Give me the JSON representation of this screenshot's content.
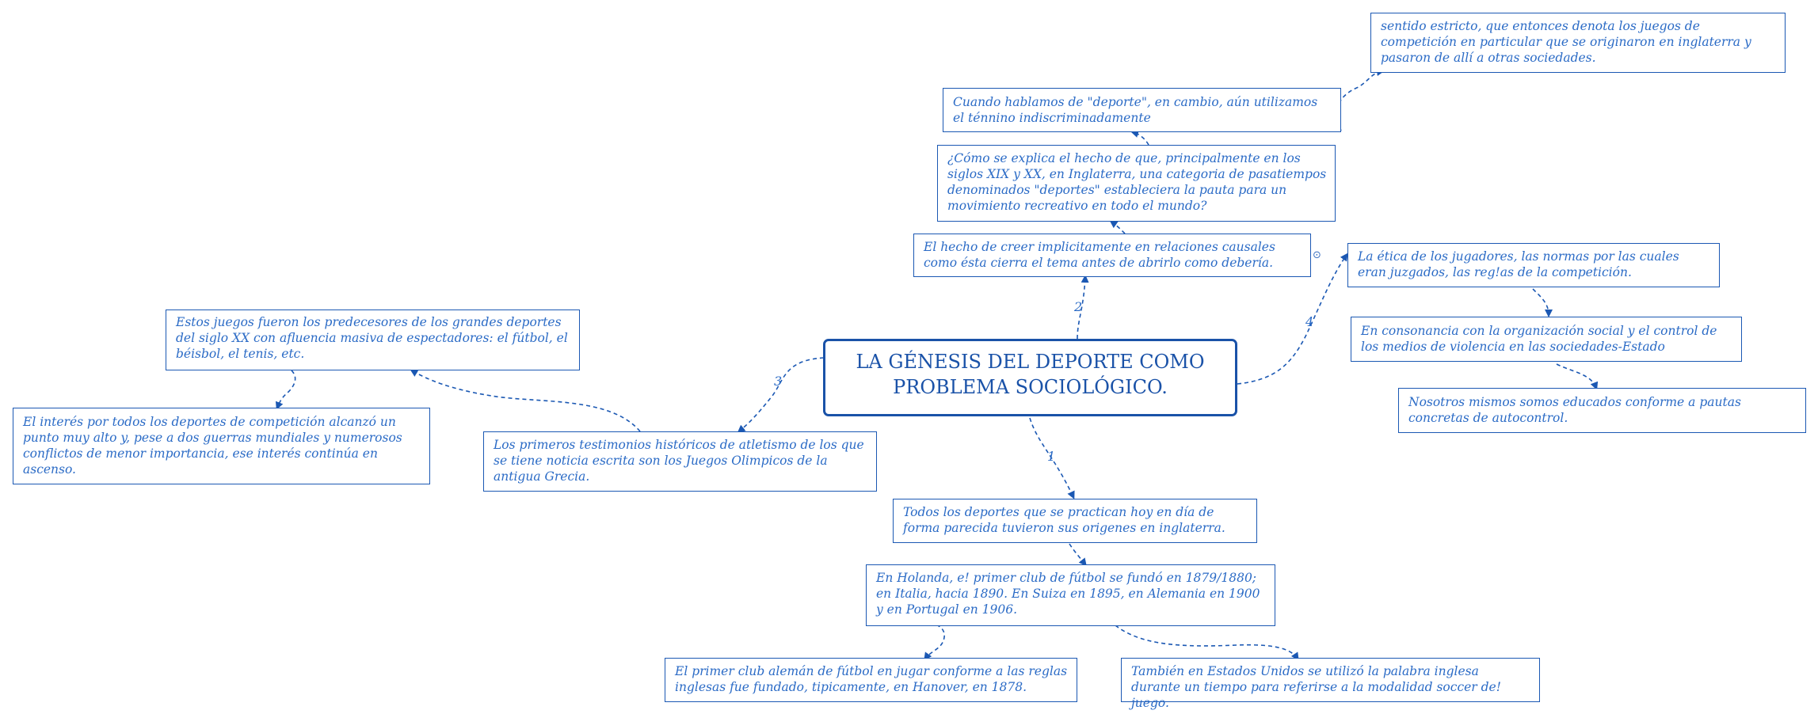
{
  "central": {
    "title": "LA GÉNESIS DEL DEPORTE COMO PROBLEMA SOCIOLÓGICO."
  },
  "edge_labels": {
    "e1": "1",
    "e2": "2",
    "e3": "3",
    "e4": "4"
  },
  "branch1": {
    "todos": "Todos los deportes que se practican hoy en día de forma parecida tuvieron sus origenes en inglaterra.",
    "holanda": "En Holanda, e! primer club de fútbol se fundó en 1879/1880; en Italia, hacia 1890. En Suiza en 1895, en Alemania en 1900 y en Portugal en 1906.",
    "aleman": " El primer club alemán de fútbol en jugar conforme a las reglas inglesas fue fundado, tipicamente, en Hanover, en 1878.",
    "eeuu": "También en Estados Unidos se utilizó la palabra inglesa durante un tiempo para referirse a la modalidad soccer de! juego."
  },
  "branch2": {
    "creer": "El hecho de creer implicitamente en relaciones causales como ésta cierra el tema antes de abrirlo como debería.",
    "como": "¿Cómo se explica el hecho de que, principalmente en los siglos XIX y XX, en Inglaterra, una categoria de pasatiempos denominados \"deportes\" estableciera la pauta para un movimiento recreativo en todo el mundo?",
    "hablamos": " Cuando hablamos de \"deporte\", en cambio, aún utilizamos el ténnino indiscriminadamente",
    "sentido": " sentido estricto, que entonces denota los juegos de competición en particular que se originaron en inglaterra y pasaron de allí a otras sociedades."
  },
  "branch3": {
    "primeros": "Los primeros testimonios históricos de atletismo de los que se tiene noticia escrita son los Juegos Olimpicos de la antigua Grecia.",
    "predecesores": " Estos juegos fueron los predecesores de los grandes deportes del siglo XX con afluencia masiva de espectadores: el fútbol, el béisbol, el tenis, etc.",
    "interes": "El interés por todos los deportes de competición alcanzó un punto muy alto y, pese a dos guerras mundiales y numerosos conflictos de menor importancia, ese interés continúa en ascenso."
  },
  "branch4": {
    "etica": " La ética de los jugadores, las normas por las cuales eran juzgados, las reg!as de la competición.",
    "consonancia": "En consonancia con la organización social y el control de los medios de violencia en las sociedades-Estado",
    "nosotros": "Nosotros mismos somos educados conforme a pautas concretas de autocontrol."
  },
  "colors": {
    "stroke": "#1b58b3",
    "text": "#2b6bc6",
    "central": "#1a52a8"
  }
}
